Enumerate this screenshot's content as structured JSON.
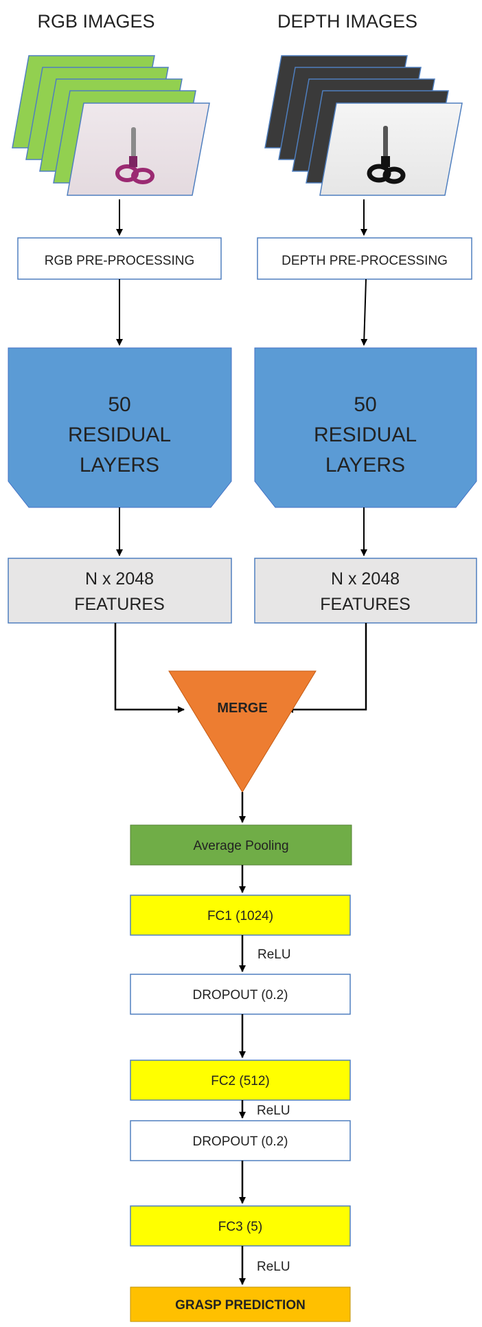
{
  "headers": {
    "rgb": "RGB IMAGES",
    "depth": "DEPTH IMAGES"
  },
  "preprocessing": {
    "rgb": "RGB PRE-PROCESSING",
    "depth": "DEPTH PRE-PROCESSING"
  },
  "residual_block": {
    "line1": "50",
    "line2": "RESIDUAL",
    "line3": "LAYERS"
  },
  "features": {
    "line1": "N x 2048",
    "line2": "FEATURES"
  },
  "merge": "MERGE",
  "pooling": "Average Pooling",
  "fc1": "FC1 (1024)",
  "fc2": "FC2 (512)",
  "fc3": "FC3 (5)",
  "dropout": "DROPOUT (0.2)",
  "activation": "ReLU",
  "output": "GRASP PREDICTION",
  "colors": {
    "rgb_frame": "#92d050",
    "depth_frame": "#3a3a3a",
    "residual": "#5b9bd5",
    "features": "#e7e6e6",
    "merge": "#ed7d31",
    "pooling": "#70ad47",
    "fc": "#ffff00",
    "output": "#ffc000"
  }
}
